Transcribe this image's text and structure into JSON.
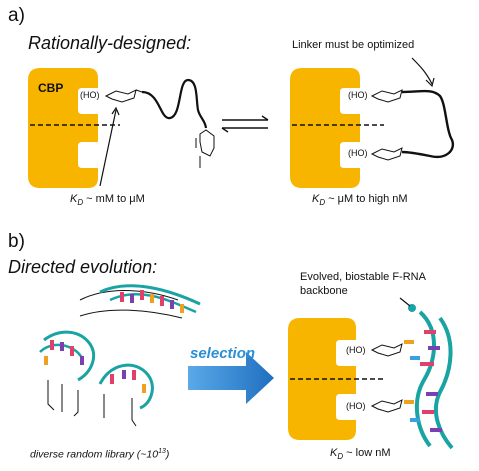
{
  "panel_a": {
    "letter": "a)",
    "heading": "Rationally-designed:",
    "protein_label": "CBP",
    "sugar_label": "(HO)",
    "left_kd_symbol": "K",
    "left_kd_sub": "D",
    "left_kd_rest": " ~ mM to μM",
    "right_kd_symbol": "K",
    "right_kd_sub": "D",
    "right_kd_rest": " ~ μM to high nM",
    "linker_note": "Linker must be optimized"
  },
  "panel_b": {
    "letter": "b)",
    "heading": "Directed evolution:",
    "selection_label": "selection",
    "library_label_main": "diverse random library (~10",
    "library_label_exp": "13",
    "library_label_end": ")",
    "evolved_note_line1": "Evolved, biostable F-RNA",
    "evolved_note_line2": "backbone",
    "kd_symbol": "K",
    "kd_sub": "D",
    "kd_rest": " ~ low nM"
  },
  "colors": {
    "protein": "#f7b500",
    "arrow_blue": "#1f7fd2",
    "rna_teal": "#1aa3a3"
  }
}
